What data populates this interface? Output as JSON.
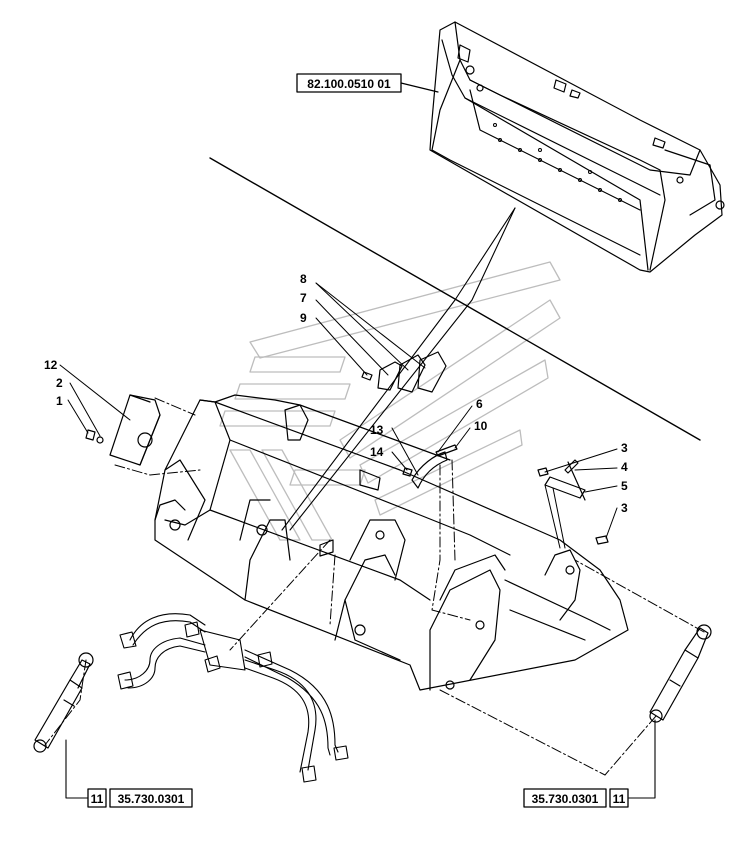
{
  "diagram": {
    "references": {
      "top_ref": "82.100.0510 01",
      "left_ref_num": "11",
      "left_ref_code": "35.730.0301",
      "right_ref_num": "11",
      "right_ref_code": "35.730.0301"
    },
    "callouts": {
      "c1": "1",
      "c2": "2",
      "c3a": "3",
      "c3b": "3",
      "c4": "4",
      "c5": "5",
      "c6": "6",
      "c7": "7",
      "c8": "8",
      "c9": "9",
      "c10": "10",
      "c12": "12",
      "c13": "13",
      "c14": "14"
    },
    "colors": {
      "line": "#000000",
      "watermark": "#bdbdbd",
      "background": "#ffffff"
    }
  }
}
